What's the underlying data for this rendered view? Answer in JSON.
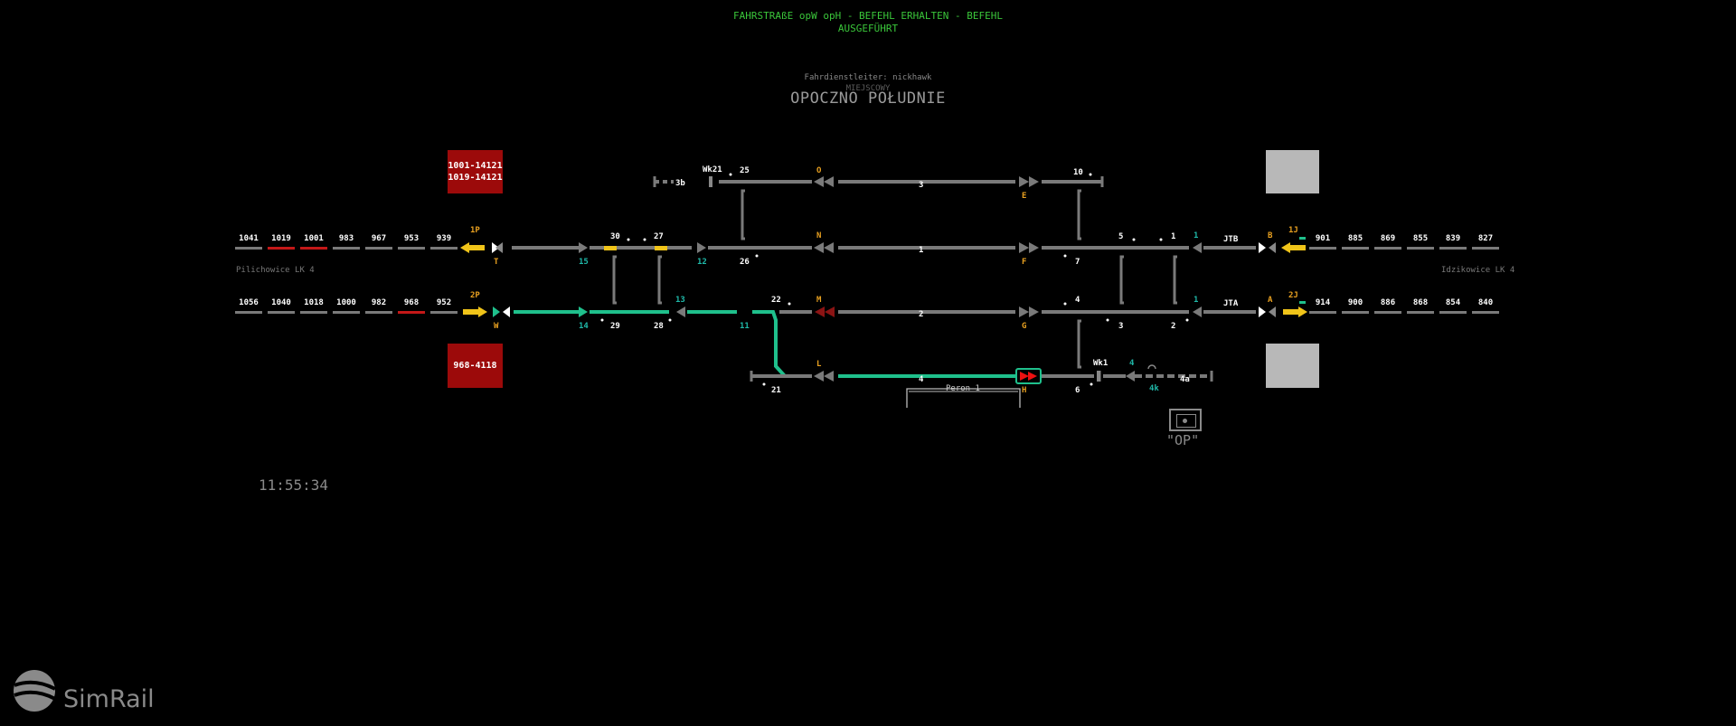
{
  "header": {
    "message_line1": "FAHRSTRAßE opW opH - BEFEHL ERHALTEN - BEFEHL",
    "message_line2": "AUSGEFÜHRT",
    "dispatcher": "Fahrdienstleiter: nickhawk",
    "mode": "MIEJSCOWY",
    "station": "OPOCZNO POŁUDNIE"
  },
  "train_boxes": {
    "top_left_line1": "1001-14121",
    "top_left_line2": "1019-14121",
    "bottom_left": "968-4118"
  },
  "directions": {
    "left": "Pilichowice LK 4",
    "right": "Idzikowice LK 4"
  },
  "left_blocks": {
    "top": [
      "1041",
      "1019",
      "1001",
      "983",
      "967",
      "953",
      "939"
    ],
    "bottom": [
      "1056",
      "1040",
      "1018",
      "1000",
      "982",
      "968",
      "952"
    ],
    "occupied_top": [
      "1019",
      "1001"
    ],
    "occupied_bottom": [
      "968"
    ]
  },
  "right_blocks": {
    "top": [
      "901",
      "885",
      "869",
      "855",
      "839",
      "827"
    ],
    "bottom": [
      "914",
      "900",
      "886",
      "868",
      "854",
      "840"
    ]
  },
  "signals": {
    "1P": "1P",
    "2P": "2P",
    "1J": "1J",
    "2J": "2J",
    "T": "T",
    "W": "W",
    "O": "O",
    "N": "N",
    "M": "M",
    "L": "L",
    "E": "E",
    "F": "F",
    "G": "G",
    "H": "H",
    "A": "A",
    "B": "B",
    "Wk21": "Wk21",
    "Wk1": "Wk1",
    "JTB": "JTB",
    "JTA": "JTA"
  },
  "track_labels": {
    "t3b": "3b",
    "t25": "25",
    "t3": "3",
    "t10": "10",
    "t30": "30",
    "t27": "27",
    "t1": "1",
    "t5": "5",
    "t1r": "1",
    "t15": "15",
    "t12": "12",
    "t26": "26",
    "t7": "7",
    "t13": "13",
    "t22": "22",
    "t2": "2",
    "t4": "4",
    "t1b": "1",
    "t14": "14",
    "t29": "29",
    "t28": "28",
    "t11": "11",
    "t3c": "3",
    "t2r": "2",
    "t4b": "4",
    "t4c": "4",
    "t4k": "4k",
    "t4a": "4a",
    "t21": "21",
    "t6": "6"
  },
  "platform": "Peron 1",
  "clock": "11:55:34",
  "op_label": "\"OP\"",
  "brand": "SimRail",
  "colors": {
    "track": "#7a7a7a",
    "route": "#1fc08c",
    "occupied": "#c41818",
    "signal_yellow": "#f0c419",
    "label_orange": "#e8a020",
    "label_teal": "#1fb8a8"
  }
}
